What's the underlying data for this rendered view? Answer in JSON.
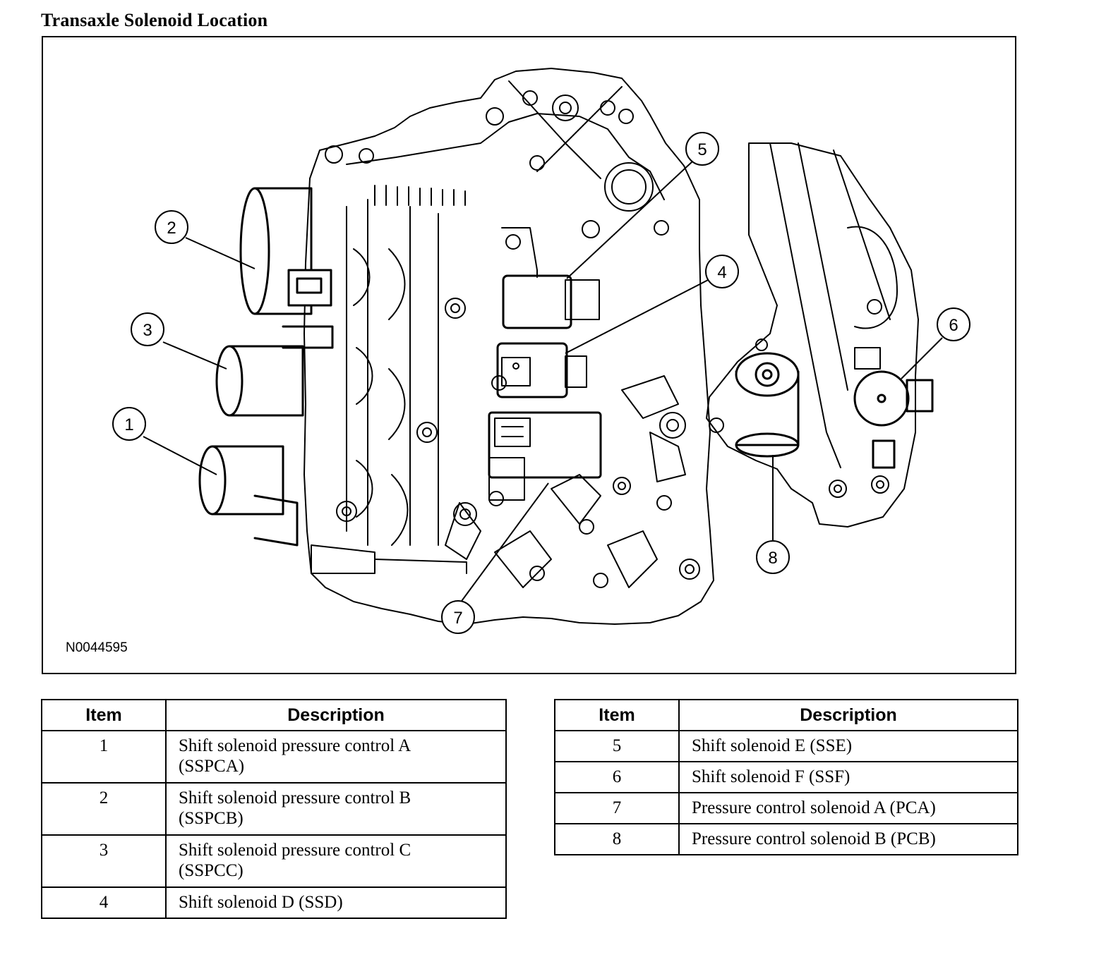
{
  "title": "Transaxle Solenoid Location",
  "figure": {
    "id": "N0044595",
    "callouts": [
      "1",
      "2",
      "3",
      "4",
      "5",
      "6",
      "7",
      "8"
    ]
  },
  "tables": {
    "headers": {
      "item": "Item",
      "description": "Description"
    },
    "left": [
      {
        "item": "1",
        "line1": "Shift solenoid pressure control A",
        "line2": "(SSPCA)"
      },
      {
        "item": "2",
        "line1": "Shift solenoid pressure control B",
        "line2": "(SSPCB)"
      },
      {
        "item": "3",
        "line1": "Shift solenoid pressure control C",
        "line2": "(SSPCC)"
      },
      {
        "item": "4",
        "line1": "Shift solenoid D (SSD)"
      }
    ],
    "right": [
      {
        "item": "5",
        "line1": "Shift solenoid E (SSE)"
      },
      {
        "item": "6",
        "line1": "Shift solenoid F (SSF)"
      },
      {
        "item": "7",
        "line1": "Pressure control solenoid A (PCA)"
      },
      {
        "item": "8",
        "line1": "Pressure control solenoid B (PCB)"
      }
    ]
  }
}
